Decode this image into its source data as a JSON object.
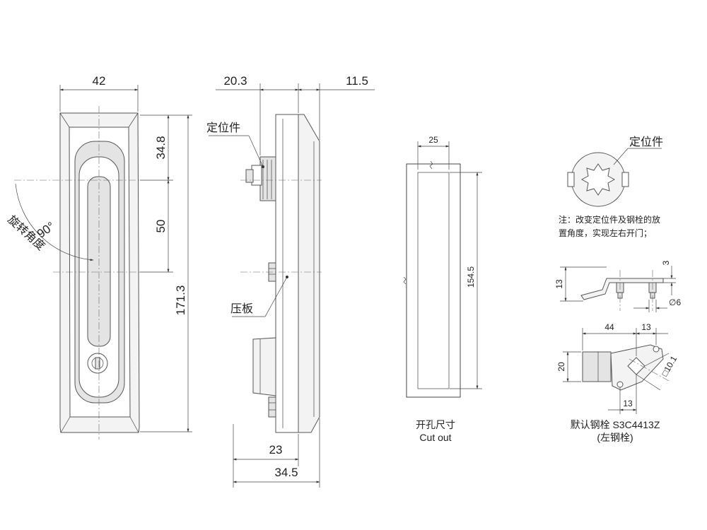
{
  "front_view": {
    "dim_width": "42",
    "dim_top": "34.8",
    "dim_mid": "50",
    "dim_total": "171.3",
    "angle": "90°",
    "rotation_label": "旋转角度"
  },
  "side_view": {
    "dim_left": "20.3",
    "dim_right": "11.5",
    "dim_23": "23",
    "dim_345": "34.5",
    "positioner_label": "定位件",
    "plate_label": "压板"
  },
  "cutout": {
    "dim_width": "25",
    "dim_height": "154.5",
    "caption_cn": "开孔尺寸",
    "caption_en": "Cut out"
  },
  "detail": {
    "positioner_label": "定位件",
    "note_line1": "注：改变定位件及钢栓的放",
    "note_line2": "置角度，实现左右开门；",
    "dim_13_side": "13",
    "dim_3": "3",
    "dim_phi6": "∅6",
    "dim_44": "44",
    "dim_13_top": "13",
    "dim_20": "20",
    "dim_13_bottom": "13",
    "dim_10_1": "□10.1",
    "caption_line1": "默认钢栓 S3C4413Z",
    "caption_line2": "(左钢栓)"
  }
}
